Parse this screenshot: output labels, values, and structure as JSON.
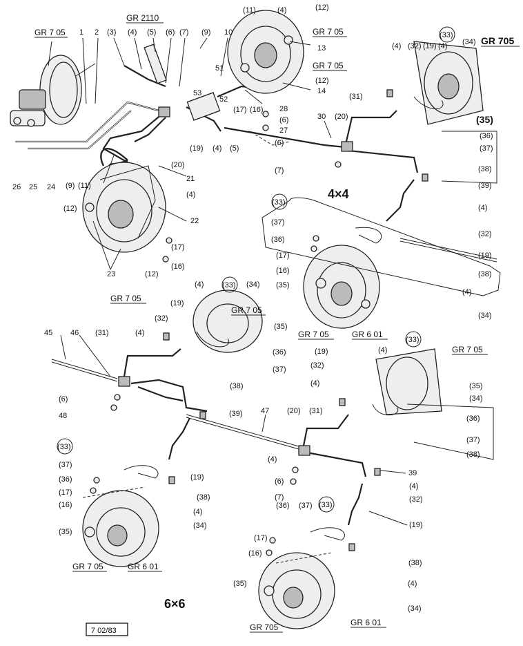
{
  "labels": {
    "gr705": "GR 7 05",
    "gr705b": "GR 705",
    "gr2110": "GR 2110",
    "gr601": "GR 6 01",
    "n1": "1",
    "n2": "2",
    "n3": "(3)",
    "n4": "(4)",
    "n5": "(5)",
    "n6": "(6)",
    "n7": "(7)",
    "n9": "(9)",
    "n10": "10",
    "n11": "(11)",
    "n12": "(12)",
    "n13": "13",
    "n14": "14",
    "n16": "(16)",
    "n17": "(17)",
    "n19": "(19)",
    "n20": "(20)",
    "n21": "21",
    "n22": "22",
    "n23": "23",
    "n24": "24",
    "n25": "25",
    "n26": "26",
    "n27": "27",
    "n28": "28",
    "n30": "30",
    "n31": "(31)",
    "n32": "(32)",
    "n33": "(33)",
    "n34": "(34)",
    "n35": "(35)",
    "n36": "(36)",
    "n37": "(37)",
    "n38": "(38)",
    "n39": "(39)",
    "n39b": "39",
    "n45": "45",
    "n46": "46",
    "n47": "47",
    "n48": "48",
    "n51": "51",
    "n52": "52",
    "n53": "53"
  },
  "section_4x4": "4×4",
  "section_6x6": "6×6",
  "ref_code": "7 02/83"
}
